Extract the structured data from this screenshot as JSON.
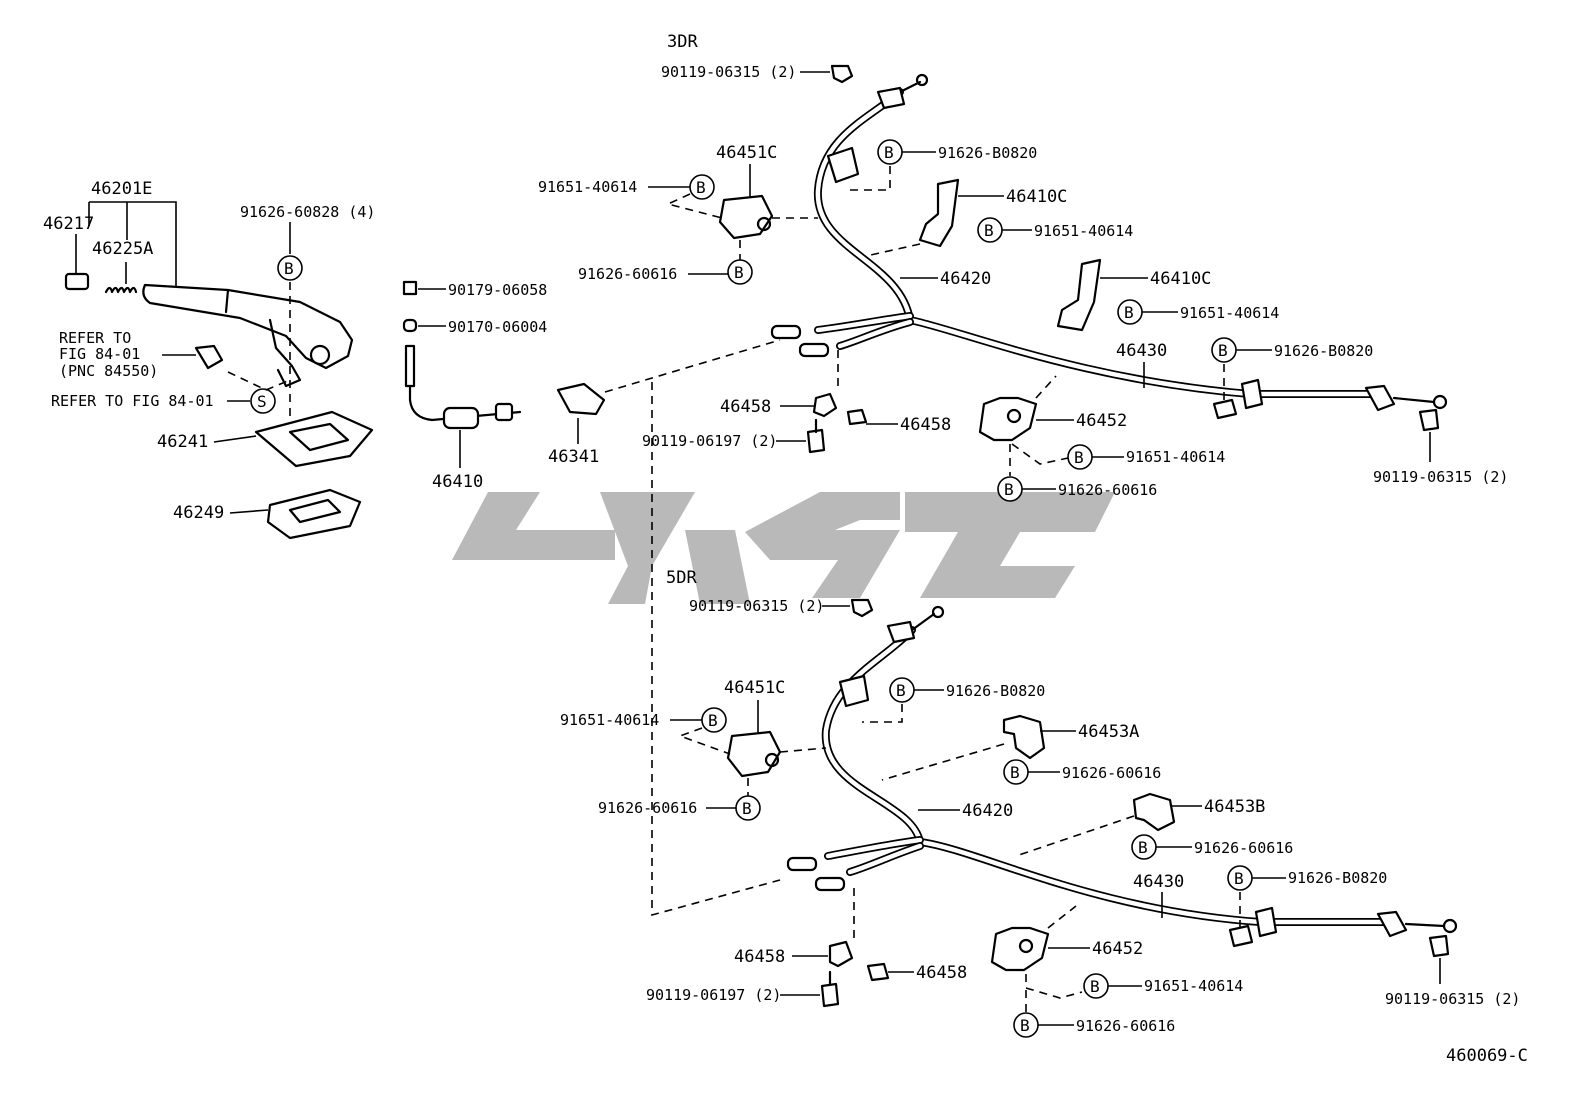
{
  "variants": {
    "three_door": "3DR",
    "five_door": "5DR"
  },
  "figure_code": "460069-C",
  "callout_letters": {
    "b": "B",
    "s": "S"
  },
  "lever_group": {
    "assembly": "46201E",
    "knob": "46217",
    "spring": "46225A",
    "bolt": "91626-60828 (4)",
    "refer_1": [
      "REFER TO",
      "FIG 84-01",
      "(PNC 84550)"
    ],
    "refer_2": "REFER TO FIG 84-01",
    "cover": "46241",
    "boot": "46249"
  },
  "front_cable_group": {
    "nut_1": "90179-06058",
    "nut_2": "90170-06004",
    "front_cable": "46410",
    "equalizer": "46341"
  },
  "three_door": {
    "top_bolt": "90119-06315 (2)",
    "bracket_c": "46451C",
    "bolt_a": "91651-40614",
    "bolt_b": "91626-60616",
    "clamp_bolt": "91626-B0820",
    "bracket_1": "46410C",
    "bracket_1_bolt": "91651-40614",
    "cable_right": "46420",
    "bracket_2": "46410C",
    "bracket_2_bolt": "91651-40614",
    "cable_left": "46430",
    "left_clamp_bolt": "91626-B0820",
    "clip_1": "46458",
    "clip_2": "46458",
    "lower_bolt": "90119-06197 (2)",
    "bracket_lower": "46452",
    "lower_bolt_a": "91651-40614",
    "lower_bolt_b": "91626-60616",
    "end_bolt": "90119-06315 (2)"
  },
  "five_door": {
    "top_bolt": "90119-06315 (2)",
    "bracket_c": "46451C",
    "bolt_a": "91651-40614",
    "bolt_b": "91626-60616",
    "clamp_bolt": "91626-B0820",
    "bracket_a": "46453A",
    "bracket_a_bolt": "91626-60616",
    "cable_right": "46420",
    "bracket_b": "46453B",
    "bracket_b_bolt": "91626-60616",
    "cable_left": "46430",
    "left_clamp_bolt": "91626-B0820",
    "bracket_lower": "46452",
    "clip_1": "46458",
    "clip_2": "46458",
    "lower_bolt": "90119-06197 (2)",
    "lower_bolt_a": "91651-40614",
    "lower_bolt_b": "91626-60616",
    "end_bolt": "90119-06315 (2)"
  }
}
